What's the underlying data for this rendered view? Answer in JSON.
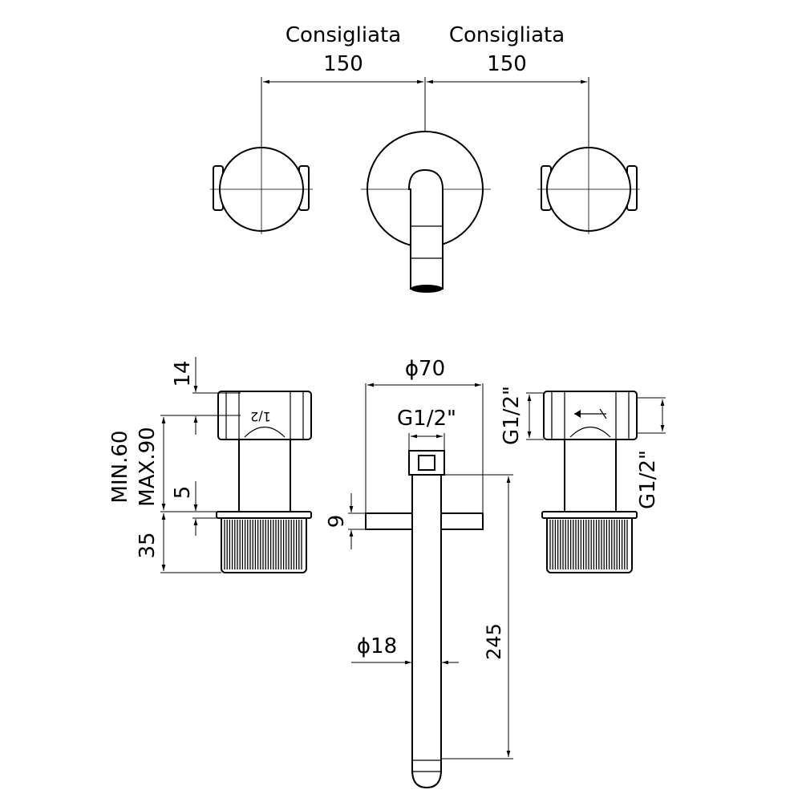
{
  "dimensions": {
    "left_spacing_caption": "Consigliata",
    "left_spacing_value": "150",
    "right_spacing_caption": "Consigliata",
    "right_spacing_value": "150",
    "valve_cap_height": "14",
    "install_depth_min": "MIN.60",
    "install_depth_max": "MAX.90",
    "gap": "5",
    "handle_height": "35",
    "plate_diameter": "ϕ70",
    "spout_connection": "G1/2\"",
    "plate_thickness": "9",
    "spout_diameter": "ϕ18",
    "spout_length": "245",
    "right_inlet_top": "G1/2\"",
    "right_inlet_side": "G1/2\""
  },
  "markings": {
    "left_valve_mark": "1/2"
  }
}
